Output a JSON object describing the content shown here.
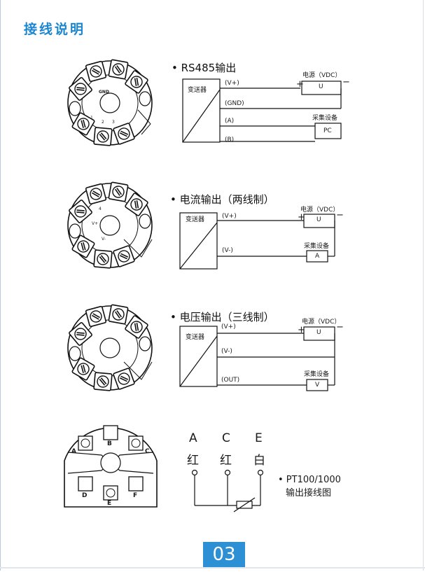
{
  "page": {
    "title": "接线说明",
    "page_number": "03"
  },
  "sections": [
    {
      "heading": "• RS485输出",
      "transmitter": "变送器",
      "power": "电源（VDC）",
      "source": "U",
      "plus": "+",
      "minus": "−",
      "device": "采集设备",
      "device_box": "PC",
      "wires": [
        "(V+)",
        "(GND)",
        "(A)",
        "(B)"
      ]
    },
    {
      "heading": "• 电流输出（两线制）",
      "transmitter": "变送器",
      "power": "电源（VDC）",
      "source": "U",
      "plus": "+",
      "minus": "−",
      "device": "采集设备",
      "device_box": "A",
      "wires": [
        "(V+)",
        "(V-)"
      ]
    },
    {
      "heading": "• 电压输出（三线制）",
      "transmitter": "变送器",
      "power": "电源（VDC）",
      "source": "U",
      "plus": "+",
      "minus": "−",
      "device": "采集设备",
      "device_box": "V",
      "wires": [
        "(V+)",
        "(V-)",
        "(OUT)"
      ]
    }
  ],
  "module_labels": {
    "gnd": "GND",
    "terminals": [
      "1",
      "2",
      "3",
      "4",
      "V+",
      "V-"
    ]
  },
  "pt_module": {
    "letters": [
      "A",
      "B",
      "C",
      "D",
      "E",
      "F"
    ]
  },
  "pt_wiring": {
    "letters": [
      "A",
      "C",
      "E"
    ],
    "colors": [
      "红",
      "红",
      "白"
    ],
    "caption_line1": "• PT100/1000",
    "caption_line2": "输出接线图"
  }
}
